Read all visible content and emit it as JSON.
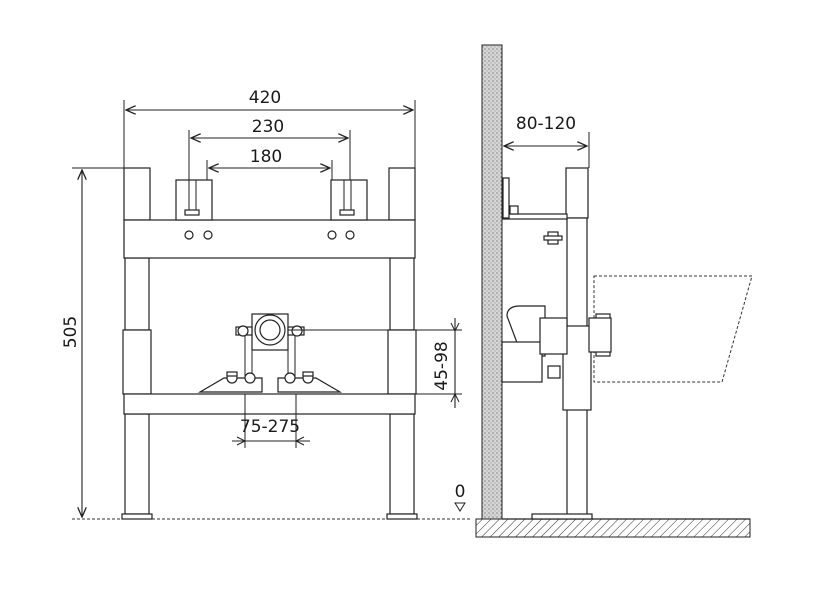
{
  "dimensions": {
    "width_outer": "420",
    "width_mid": "230",
    "width_inner": "180",
    "height_total": "505",
    "drain_height": "45-98",
    "drain_spacing": "75-275",
    "wall_offset": "80-120",
    "floor_level": "0"
  },
  "colors": {
    "line": "#222222",
    "wall_fill": "#bfbfbf"
  }
}
